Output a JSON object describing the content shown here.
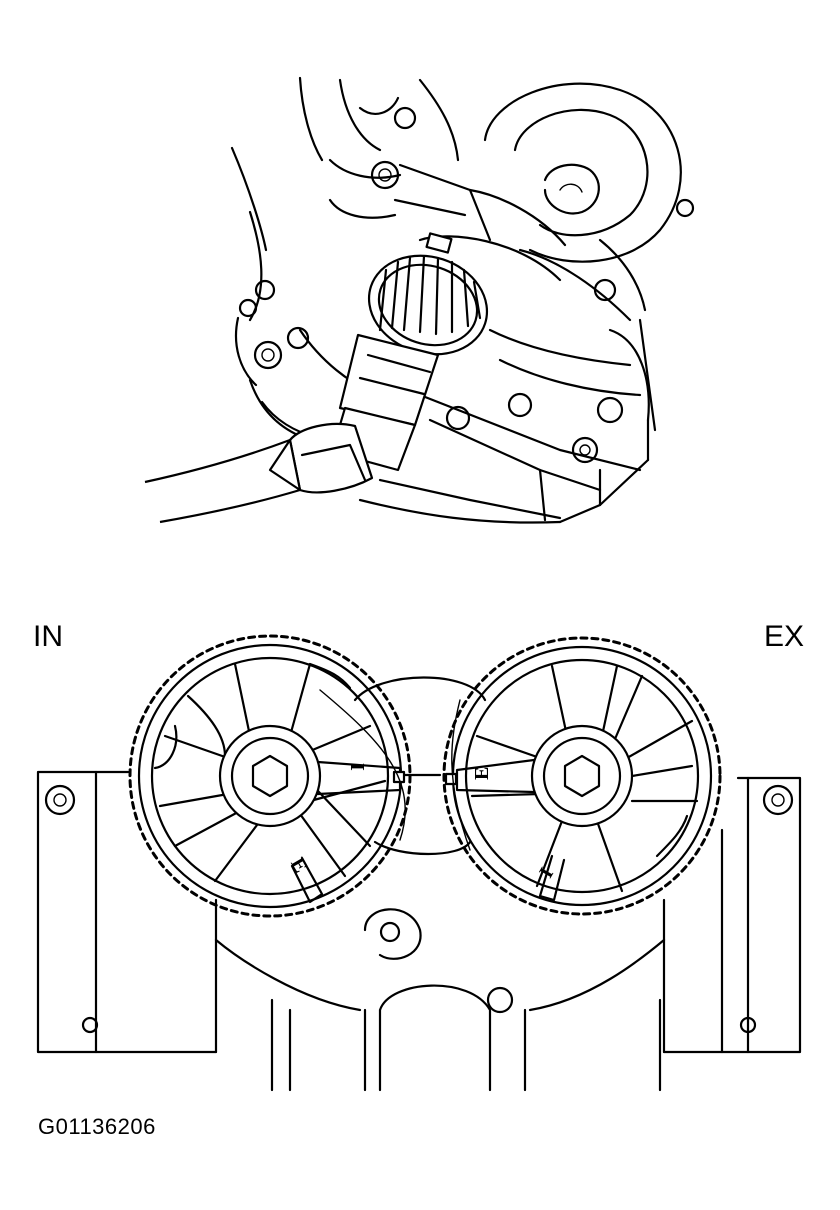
{
  "labels": {
    "intake": "IN",
    "exhaust": "EX",
    "figure_id": "G01136206"
  },
  "marks": {
    "intake_i": "I",
    "intake_e": "E",
    "exhaust_e": "E",
    "exhaust_i": "I"
  },
  "colors": {
    "line": "#000000",
    "background": "#ffffff"
  }
}
